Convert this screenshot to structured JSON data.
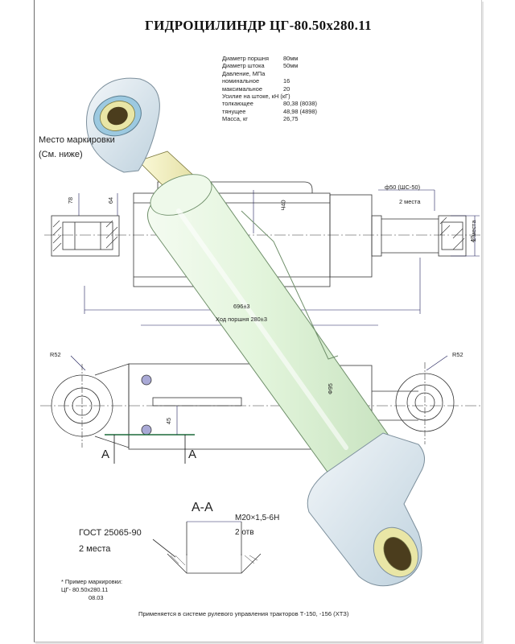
{
  "drawing": {
    "title": "ГИДРОЦИЛИНДР ЦГ-80.50х280.11",
    "specs": [
      {
        "label": "Диаметр поршня",
        "value": "80мм"
      },
      {
        "label": "Диаметр штока",
        "value": "50мм"
      },
      {
        "label": "Давление, МПа",
        "value": ""
      },
      {
        "label": "номинальное",
        "value": "16"
      },
      {
        "label": "максимальное",
        "value": "20"
      },
      {
        "label": "Усилие на штоке, кН (кГ)",
        "value": ""
      },
      {
        "label": "толкающее",
        "value": "80,38 (8038)"
      },
      {
        "label": "тянущее",
        "value": "48,98 (4898)"
      },
      {
        "label": "Масса, кг",
        "value": "26,75"
      }
    ],
    "marking_place": "Место маркировки",
    "see_below": "(См. ниже)",
    "dims": {
      "d78": "78",
      "d64": "64",
      "d40": "Ч40",
      "fitting": "ф50 (ШС-50)",
      "two_places": "2 места",
      "d47": "47",
      "two_places_v": "2 места",
      "length": "696±3",
      "stroke": "Ход поршня 280±3",
      "r52_left": "R52",
      "r52_right": "R52",
      "d95": "Ф95",
      "d45": "45"
    },
    "section": {
      "cut_left": "A",
      "cut_right": "A",
      "title": "A-A",
      "thread": "M20×1,5-6H",
      "thread_count": "2 отв",
      "gost": "ГОСТ 25065-90",
      "gost_places": "2 места"
    },
    "marking_example": {
      "line1": "* Пример маркировки:",
      "line2": "ЦГ- 80.50х280.11",
      "line3": "08.03"
    },
    "footer": "Применяется в системе рулевого управления тракторов  Т-150, -156 (ХТЗ)",
    "colors": {
      "body_fill": "#e3f5dc",
      "body_stroke": "#6f8f6a",
      "eye_fill": "#dde8f0",
      "eye_stroke": "#7c8f9c",
      "bushing": "#e9e6a6",
      "rod_yellow": "#f3f0b8",
      "line": "#333333",
      "dim_line": "#1f1f5a"
    }
  }
}
